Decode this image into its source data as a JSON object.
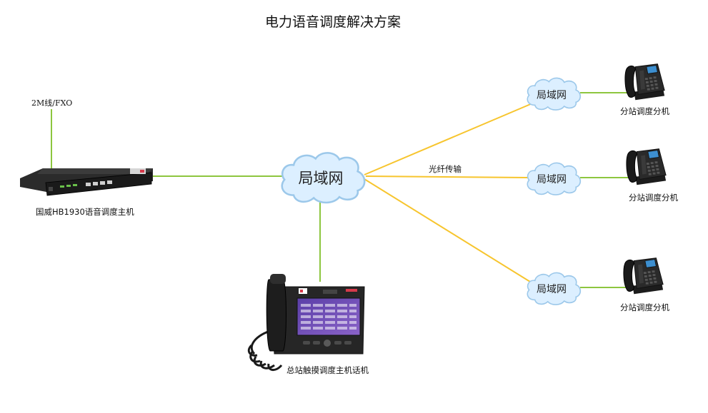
{
  "title": "电力语音调度解决方案",
  "labels": {
    "trunk": "2M线/FXO",
    "host": "国威HB1930语音调度主机",
    "fiber": "光纤传输",
    "console_phone": "总站触摸调度主机话机",
    "substation_phone": "分站调度分机"
  },
  "clouds": {
    "center": "局域网",
    "branch": "局域网"
  },
  "colors": {
    "green_link": "#8dc63f",
    "fiber_link": "#f7c52e",
    "cloud_fill": "#dcefff",
    "cloud_stroke": "#9cc8ea"
  }
}
